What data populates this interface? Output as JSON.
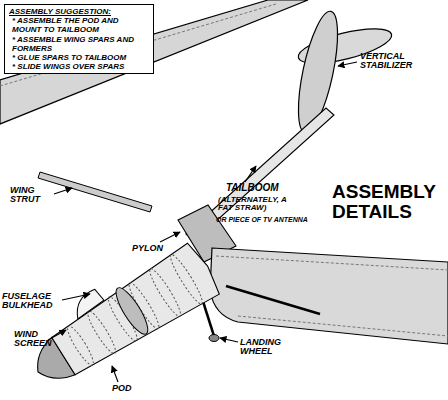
{
  "diagram": {
    "title": "ASSEMBLY DETAILS",
    "nodes": [
      {
        "text": [
          "ASSEMBLY SUGGESTION:",
          "* ASSEMBLE THE POD AND MOUNT TO TAILBOOM",
          "* ASSEMBLE WING SPARS AND FORMERS",
          "* GLUE SPARS TO TAILBOOM",
          "* SLIDE WINGS OVER SPARS"
        ]
      }
    ],
    "labels": [
      "VERTICAL STABILIZER",
      "TAILBOOM",
      "(ALTERNATELY, A FAT STRAW)",
      "OR PIECE OF TV ANTENNA",
      "WING STRUT",
      "PYLON",
      "FUSELAGE BULKHEAD",
      "WIND SCREEN",
      "LANDING WHEEL",
      "POD"
    ]
  }
}
